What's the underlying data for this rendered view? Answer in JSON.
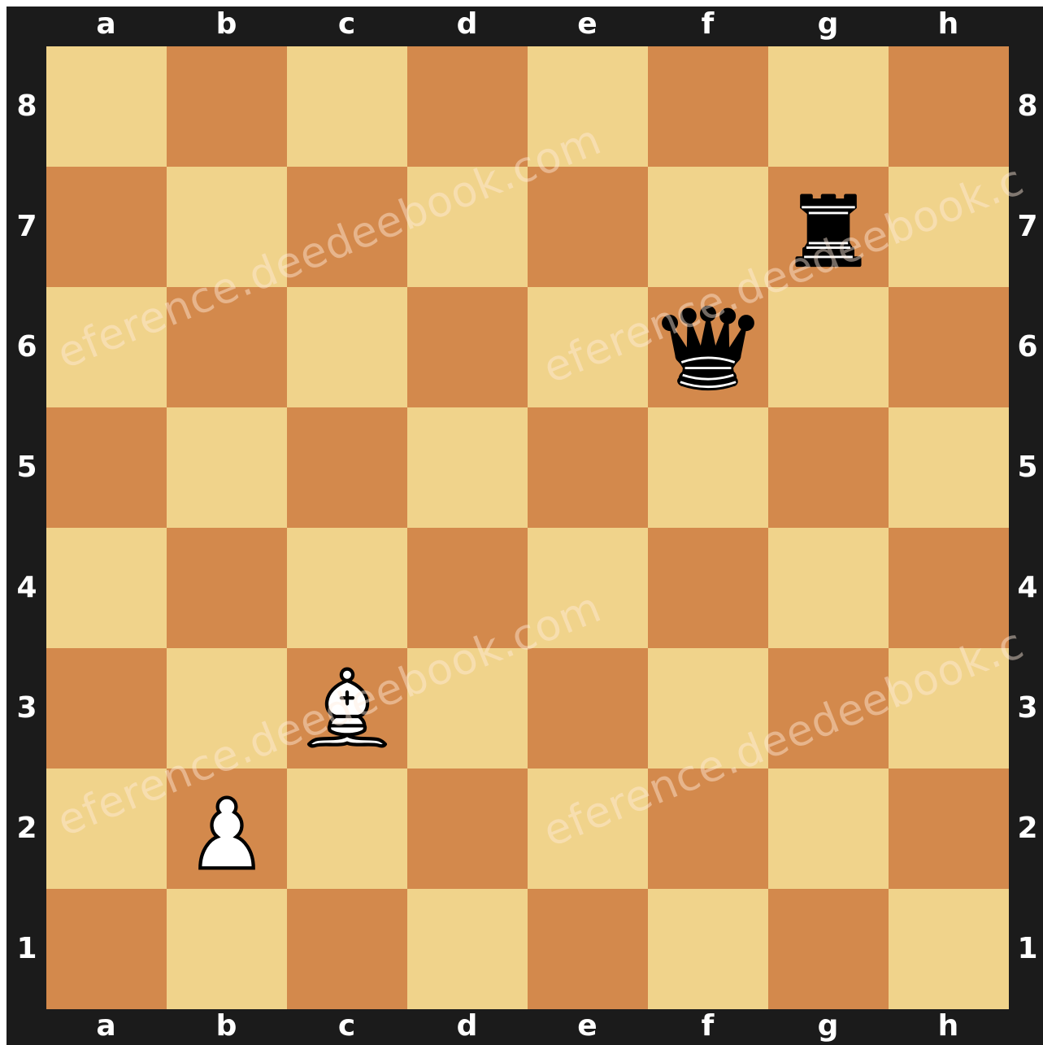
{
  "board": {
    "files": [
      "a",
      "b",
      "c",
      "d",
      "e",
      "f",
      "g",
      "h"
    ],
    "ranks": [
      "8",
      "7",
      "6",
      "5",
      "4",
      "3",
      "2",
      "1"
    ],
    "colors": {
      "light": "#f0d38b",
      "dark": "#d3894c",
      "frame": "#1b1b1b",
      "coords": "#ffffff"
    },
    "pieces": [
      {
        "square": "g7",
        "color": "black",
        "type": "rook",
        "icon": "black-rook-icon"
      },
      {
        "square": "f6",
        "color": "black",
        "type": "queen",
        "icon": "black-queen-icon"
      },
      {
        "square": "c3",
        "color": "white",
        "type": "bishop",
        "icon": "white-bishop-icon"
      },
      {
        "square": "b2",
        "color": "white",
        "type": "pawn",
        "icon": "white-pawn-icon"
      }
    ]
  },
  "watermarks": [
    {
      "text": "eference.deedeebook.com"
    },
    {
      "text": "eference.deedeebook.c"
    },
    {
      "text": "eference.deedeebook.com"
    },
    {
      "text": "eference.deedeebook.c"
    }
  ]
}
